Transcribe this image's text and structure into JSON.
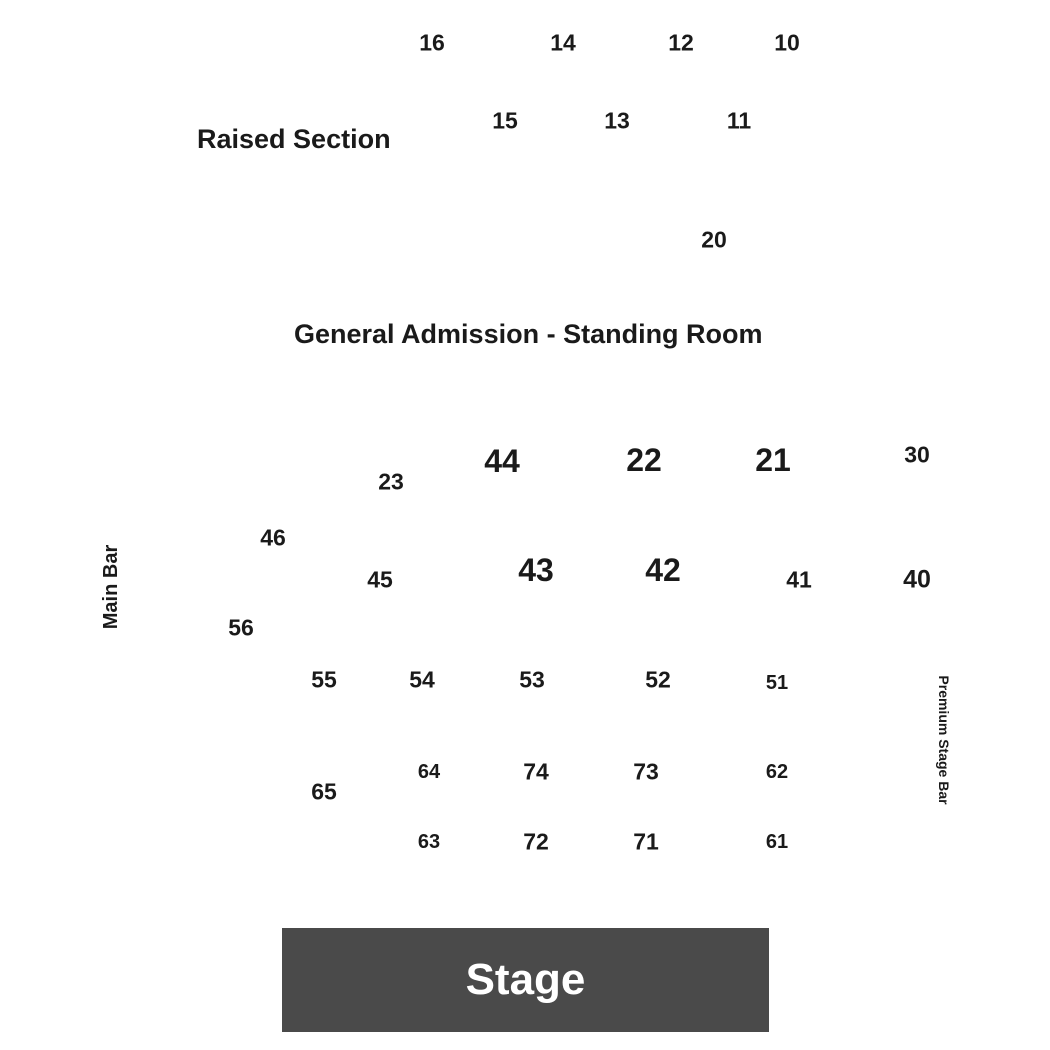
{
  "areas": {
    "raised_section": "Raised Section",
    "general_admission": "General Admission - Standing Room",
    "main_bar": "Main Bar",
    "premium_stage_bar": "Premium Stage Bar",
    "stage": "Stage"
  },
  "sections": {
    "s10": "10",
    "s11": "11",
    "s12": "12",
    "s13": "13",
    "s14": "14",
    "s15": "15",
    "s16": "16",
    "s20": "20",
    "s21": "21",
    "s22": "22",
    "s23": "23",
    "s30": "30",
    "s40": "40",
    "s41": "41",
    "s42": "42",
    "s43": "43",
    "s44": "44",
    "s45": "45",
    "s46": "46",
    "s51": "51",
    "s52": "52",
    "s53": "53",
    "s54": "54",
    "s55": "55",
    "s56": "56",
    "s61": "61",
    "s62": "62",
    "s63": "63",
    "s64": "64",
    "s65": "65",
    "s71": "71",
    "s72": "72",
    "s73": "73",
    "s74": "74"
  },
  "colors": {
    "stage_fill": "#4a4a4a",
    "stage_text": "#ffffff",
    "label_text": "#1a1a1a",
    "background": "#ffffff"
  }
}
